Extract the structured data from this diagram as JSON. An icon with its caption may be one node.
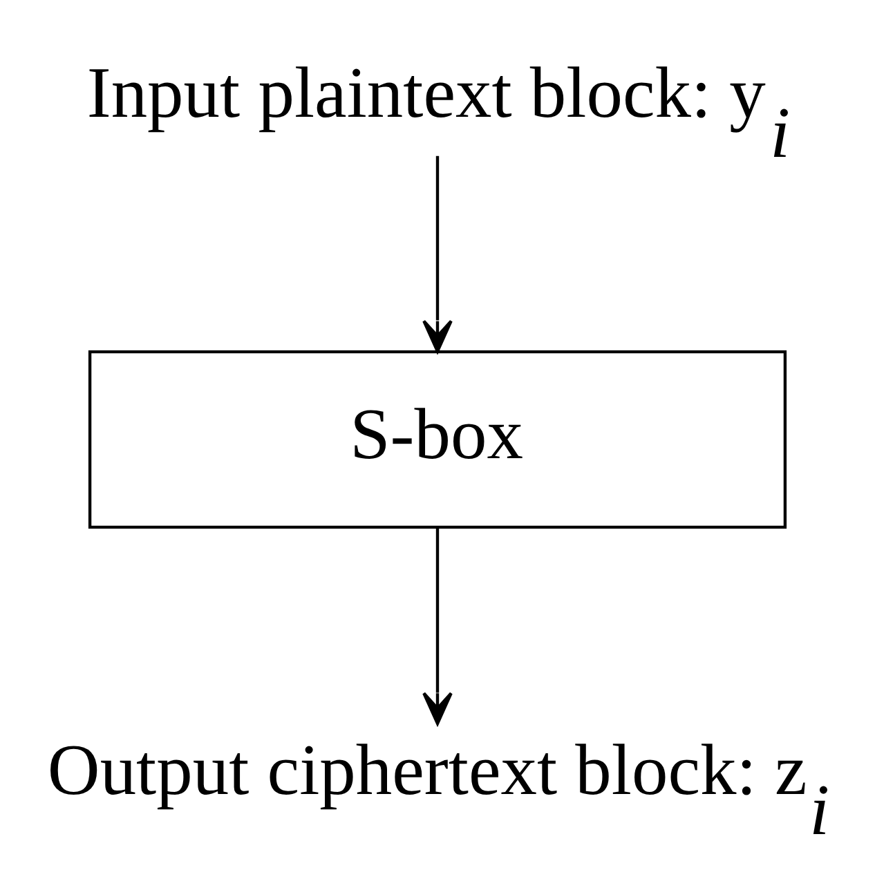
{
  "diagram": {
    "nodes": [
      {
        "text": [
          "Input plaintext block: y$_{i}$"
        ]
      },
      {
        "text": [
          "S-box"
        ]
      },
      {
        "text": [
          "Output ciphertext block: z$_{i}$"
        ]
      }
    ],
    "edges": [
      {
        "from": 0,
        "to": 1,
        "arrow": "to"
      },
      {
        "from": 1,
        "to": 2,
        "arrow": "to"
      }
    ]
  }
}
